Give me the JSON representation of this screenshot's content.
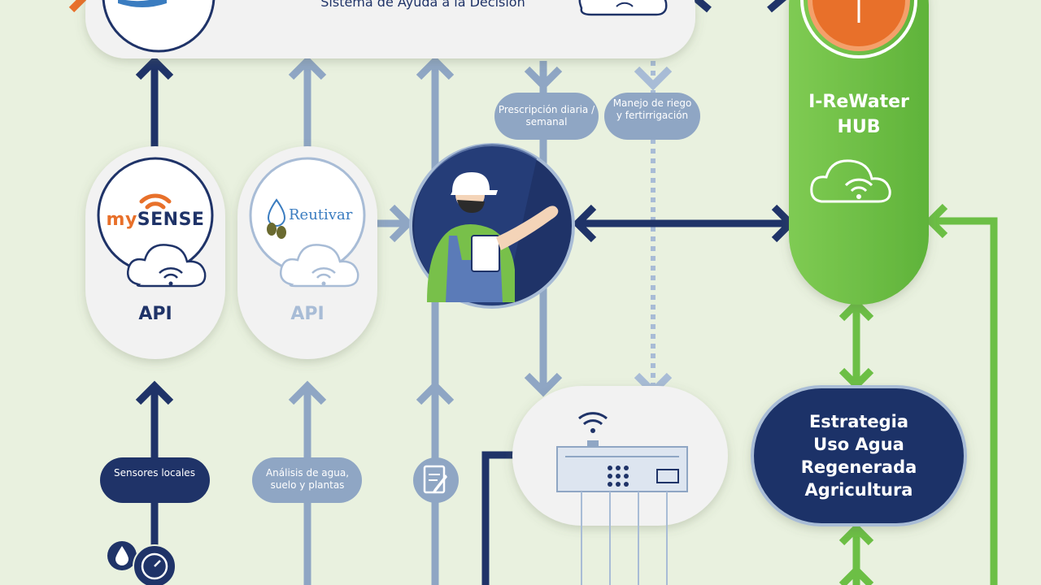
{
  "header": {
    "title": "Sistema de Ayuda a la Decisión"
  },
  "sources": {
    "mysense": {
      "logo_prefix": "my",
      "logo_main": "SENSE",
      "api_label": "API"
    },
    "reutivar": {
      "logo_text": "Reutivar",
      "api_label": "API"
    }
  },
  "inputs": {
    "sensors": "Sensores locales",
    "analysis": "Análisis de agua, suelo y plantas"
  },
  "flows": {
    "prescription": "Prescripción diaria / semanal",
    "irrigation": "Manejo de riego y fertirrigación"
  },
  "hub": {
    "title_line1": "I-ReWater",
    "title_line2": "HUB"
  },
  "strategy": {
    "line1": "Estrategia",
    "line2": "Uso Agua",
    "line3": "Regenerada",
    "line4": "Agricultura"
  },
  "colors": {
    "background": "#e9f1df",
    "navy": "#1f3368",
    "steel_blue": "#8fa6c4",
    "light_blue": "#a8bcd6",
    "green": "#6cbf45",
    "green_light": "#8ed16a",
    "orange": "#e8702a",
    "card": "#f2f2f2"
  }
}
